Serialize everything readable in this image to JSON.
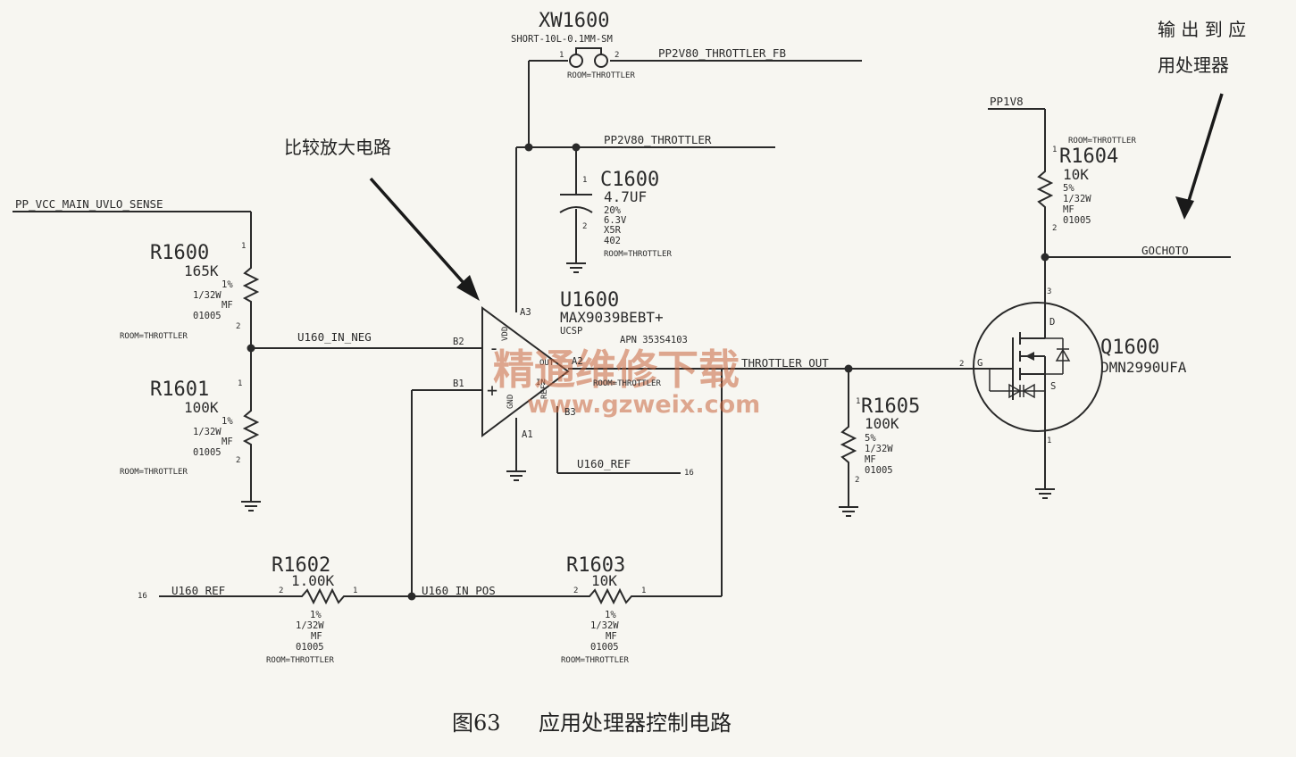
{
  "annotations": {
    "comparator": "比较放大电路",
    "output_line1": "输 出 到 应",
    "output_line2": "用处理器"
  },
  "caption": {
    "number": "图63",
    "title": "应用处理器控制电路"
  },
  "watermark": {
    "text": "精通维修下载",
    "url": "www.gzweix.com"
  },
  "nets": {
    "pp_vcc": "PP_VCC_MAIN_UVLO_SENSE",
    "throttler_fb": "PP2V80_THROTTLER_FB",
    "throttler": "PP2V80_THROTTLER",
    "in_neg": "U160_IN_NEG",
    "in_pos": "U160_IN_POS",
    "ref_right": "U160_REF",
    "ref_left": "U160_REF",
    "out": "THROTTLER_OUT",
    "pp1v8": "PP1V8",
    "gochoto": "GOCHOTO",
    "offpage_a": "16",
    "offpage_b": "16"
  },
  "xw1600": {
    "ref": "XW1600",
    "part": "SHORT-10L-0.1MM-SM",
    "pin1": "1",
    "pin2": "2",
    "room": "ROOM=THROTTLER"
  },
  "c1600": {
    "ref": "C1600",
    "value": "4.7UF",
    "tol": "20%",
    "volt": "6.3V",
    "diel": "X5R",
    "size": "402",
    "room": "ROOM=THROTTLER",
    "pin1": "1",
    "pin2": "2"
  },
  "r1600": {
    "ref": "R1600",
    "value": "165K",
    "tol": "1%",
    "power": "1/32W",
    "type": "MF",
    "size": "01005",
    "room": "ROOM=THROTTLER",
    "pin1": "1",
    "pin2": "2"
  },
  "r1601": {
    "ref": "R1601",
    "value": "100K",
    "tol": "1%",
    "power": "1/32W",
    "type": "MF",
    "size": "01005",
    "room": "ROOM=THROTTLER",
    "pin1": "1",
    "pin2": "2"
  },
  "r1602": {
    "ref": "R1602",
    "value": "1.00K",
    "tol": "1%",
    "power": "1/32W",
    "type": "MF",
    "size": "01005",
    "room": "ROOM=THROTTLER",
    "pin1": "1",
    "pin2": "2"
  },
  "r1603": {
    "ref": "R1603",
    "value": "10K",
    "tol": "1%",
    "power": "1/32W",
    "type": "MF",
    "size": "01005",
    "room": "ROOM=THROTTLER",
    "pin1": "1",
    "pin2": "2"
  },
  "r1604": {
    "ref": "R1604",
    "value": "10K",
    "tol": "5%",
    "power": "1/32W",
    "type": "MF",
    "size": "01005",
    "room": "ROOM=THROTTLER",
    "pin1": "1",
    "pin2": "2"
  },
  "r1605": {
    "ref": "R1605",
    "value": "100K",
    "tol": "5%",
    "power": "1/32W",
    "type": "MF",
    "size": "01005",
    "pin1": "1",
    "pin2": "2"
  },
  "u1600": {
    "ref": "U1600",
    "part": "MAX9039BEBT+",
    "pkg": "UCSP",
    "apn": "APN 353S4103",
    "room": "ROOM=THROTTLER",
    "pin_a3": "A3",
    "pin_b2": "B2",
    "pin_b1": "B1",
    "pin_a1": "A1",
    "pin_b3": "B3",
    "pin_a2": "A2",
    "plus": "+",
    "minus": "-",
    "vdd": "VDD",
    "gnd": "GND",
    "ref_pin": "REF",
    "out_pin": "OUT",
    "in_pin": "IN"
  },
  "q1600": {
    "ref": "Q1600",
    "part": "DMN2990UFA",
    "g": "G",
    "d": "D",
    "s": "S",
    "pin1": "1",
    "pin2": "2",
    "pin3": "3"
  }
}
